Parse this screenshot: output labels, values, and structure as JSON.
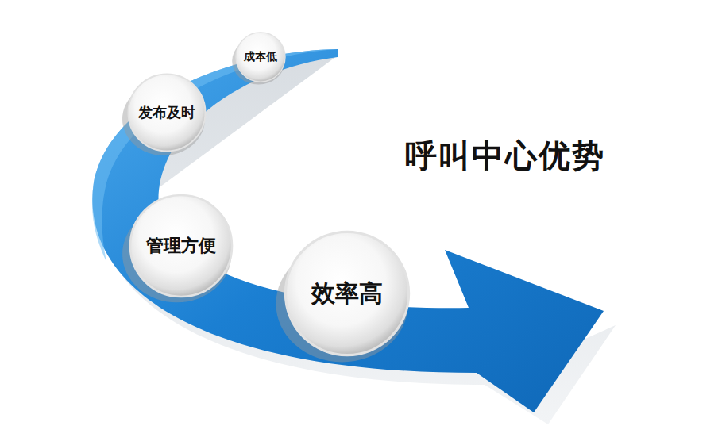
{
  "diagram": {
    "title": "呼叫中心优势",
    "nodes": [
      {
        "text": [
          "成本低"
        ]
      },
      {
        "text": [
          "发布及时"
        ]
      },
      {
        "text": [
          "管理方便"
        ]
      },
      {
        "text": [
          "效率高"
        ]
      }
    ]
  }
}
